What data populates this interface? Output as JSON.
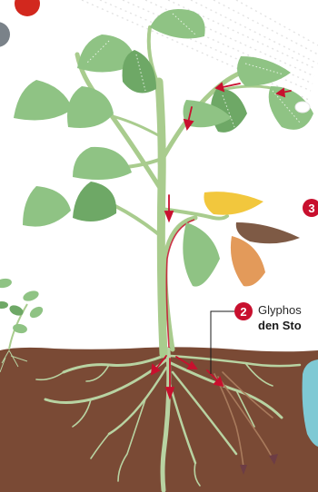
{
  "colors": {
    "soil": "#7a4a35",
    "roots": "#b8d3a2",
    "stem": "#a9cc8e",
    "leaf": "#8fc384",
    "leaf_dark": "#6ea866",
    "leaf_yellow": "#f2c73d",
    "leaf_orange": "#e39a5a",
    "leaf_brown": "#7e5a45",
    "arrow": "#c8102e",
    "water": "#7fc9d4",
    "spray": "#e1e1e1"
  },
  "callouts": [
    {
      "number": "2",
      "line1": "Glyphos",
      "line2": "den Sto"
    },
    {
      "number": "3"
    }
  ]
}
